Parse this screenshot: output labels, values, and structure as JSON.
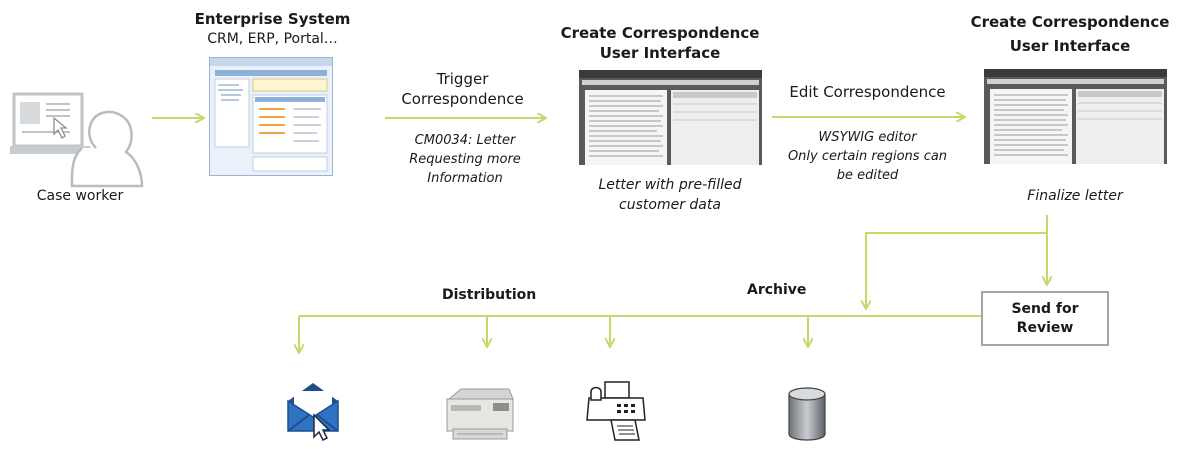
{
  "case_worker": {
    "label": "Case worker",
    "icon": "case-worker-computer-icon"
  },
  "enterprise_system": {
    "title": "Enterprise System",
    "subtitle": "CRM, ERP, Portal…",
    "icon": "enterprise-screenshot-icon"
  },
  "trigger": {
    "title_line1": "Trigger",
    "title_line2": "Correspondence",
    "note_line1": "CM0034: Letter",
    "note_line2": "Requesting more",
    "note_line3": "Information"
  },
  "create_ui_1": {
    "title_line1": "Create Correspondence",
    "title_line2": "User Interface",
    "caption_line1": "Letter with pre-filled",
    "caption_line2": "customer data"
  },
  "edit": {
    "title": "Edit Correspondence",
    "note_line1": "WSYWIG editor",
    "note_line2": "Only certain regions  can",
    "note_line3": "be edited"
  },
  "create_ui_2": {
    "title_line1": "Create Correspondence",
    "title_line2": "User Interface",
    "caption": "Finalize letter"
  },
  "send_review": {
    "line1": "Send for",
    "line2": "Review"
  },
  "distribution": {
    "label": "Distribution"
  },
  "archive": {
    "label": "Archive"
  },
  "outputs": [
    "email-icon",
    "printer-icon",
    "fax-icon",
    "database-icon"
  ],
  "colors": {
    "arrow": "#c5d96b",
    "box_border": "#a6a6a6"
  }
}
